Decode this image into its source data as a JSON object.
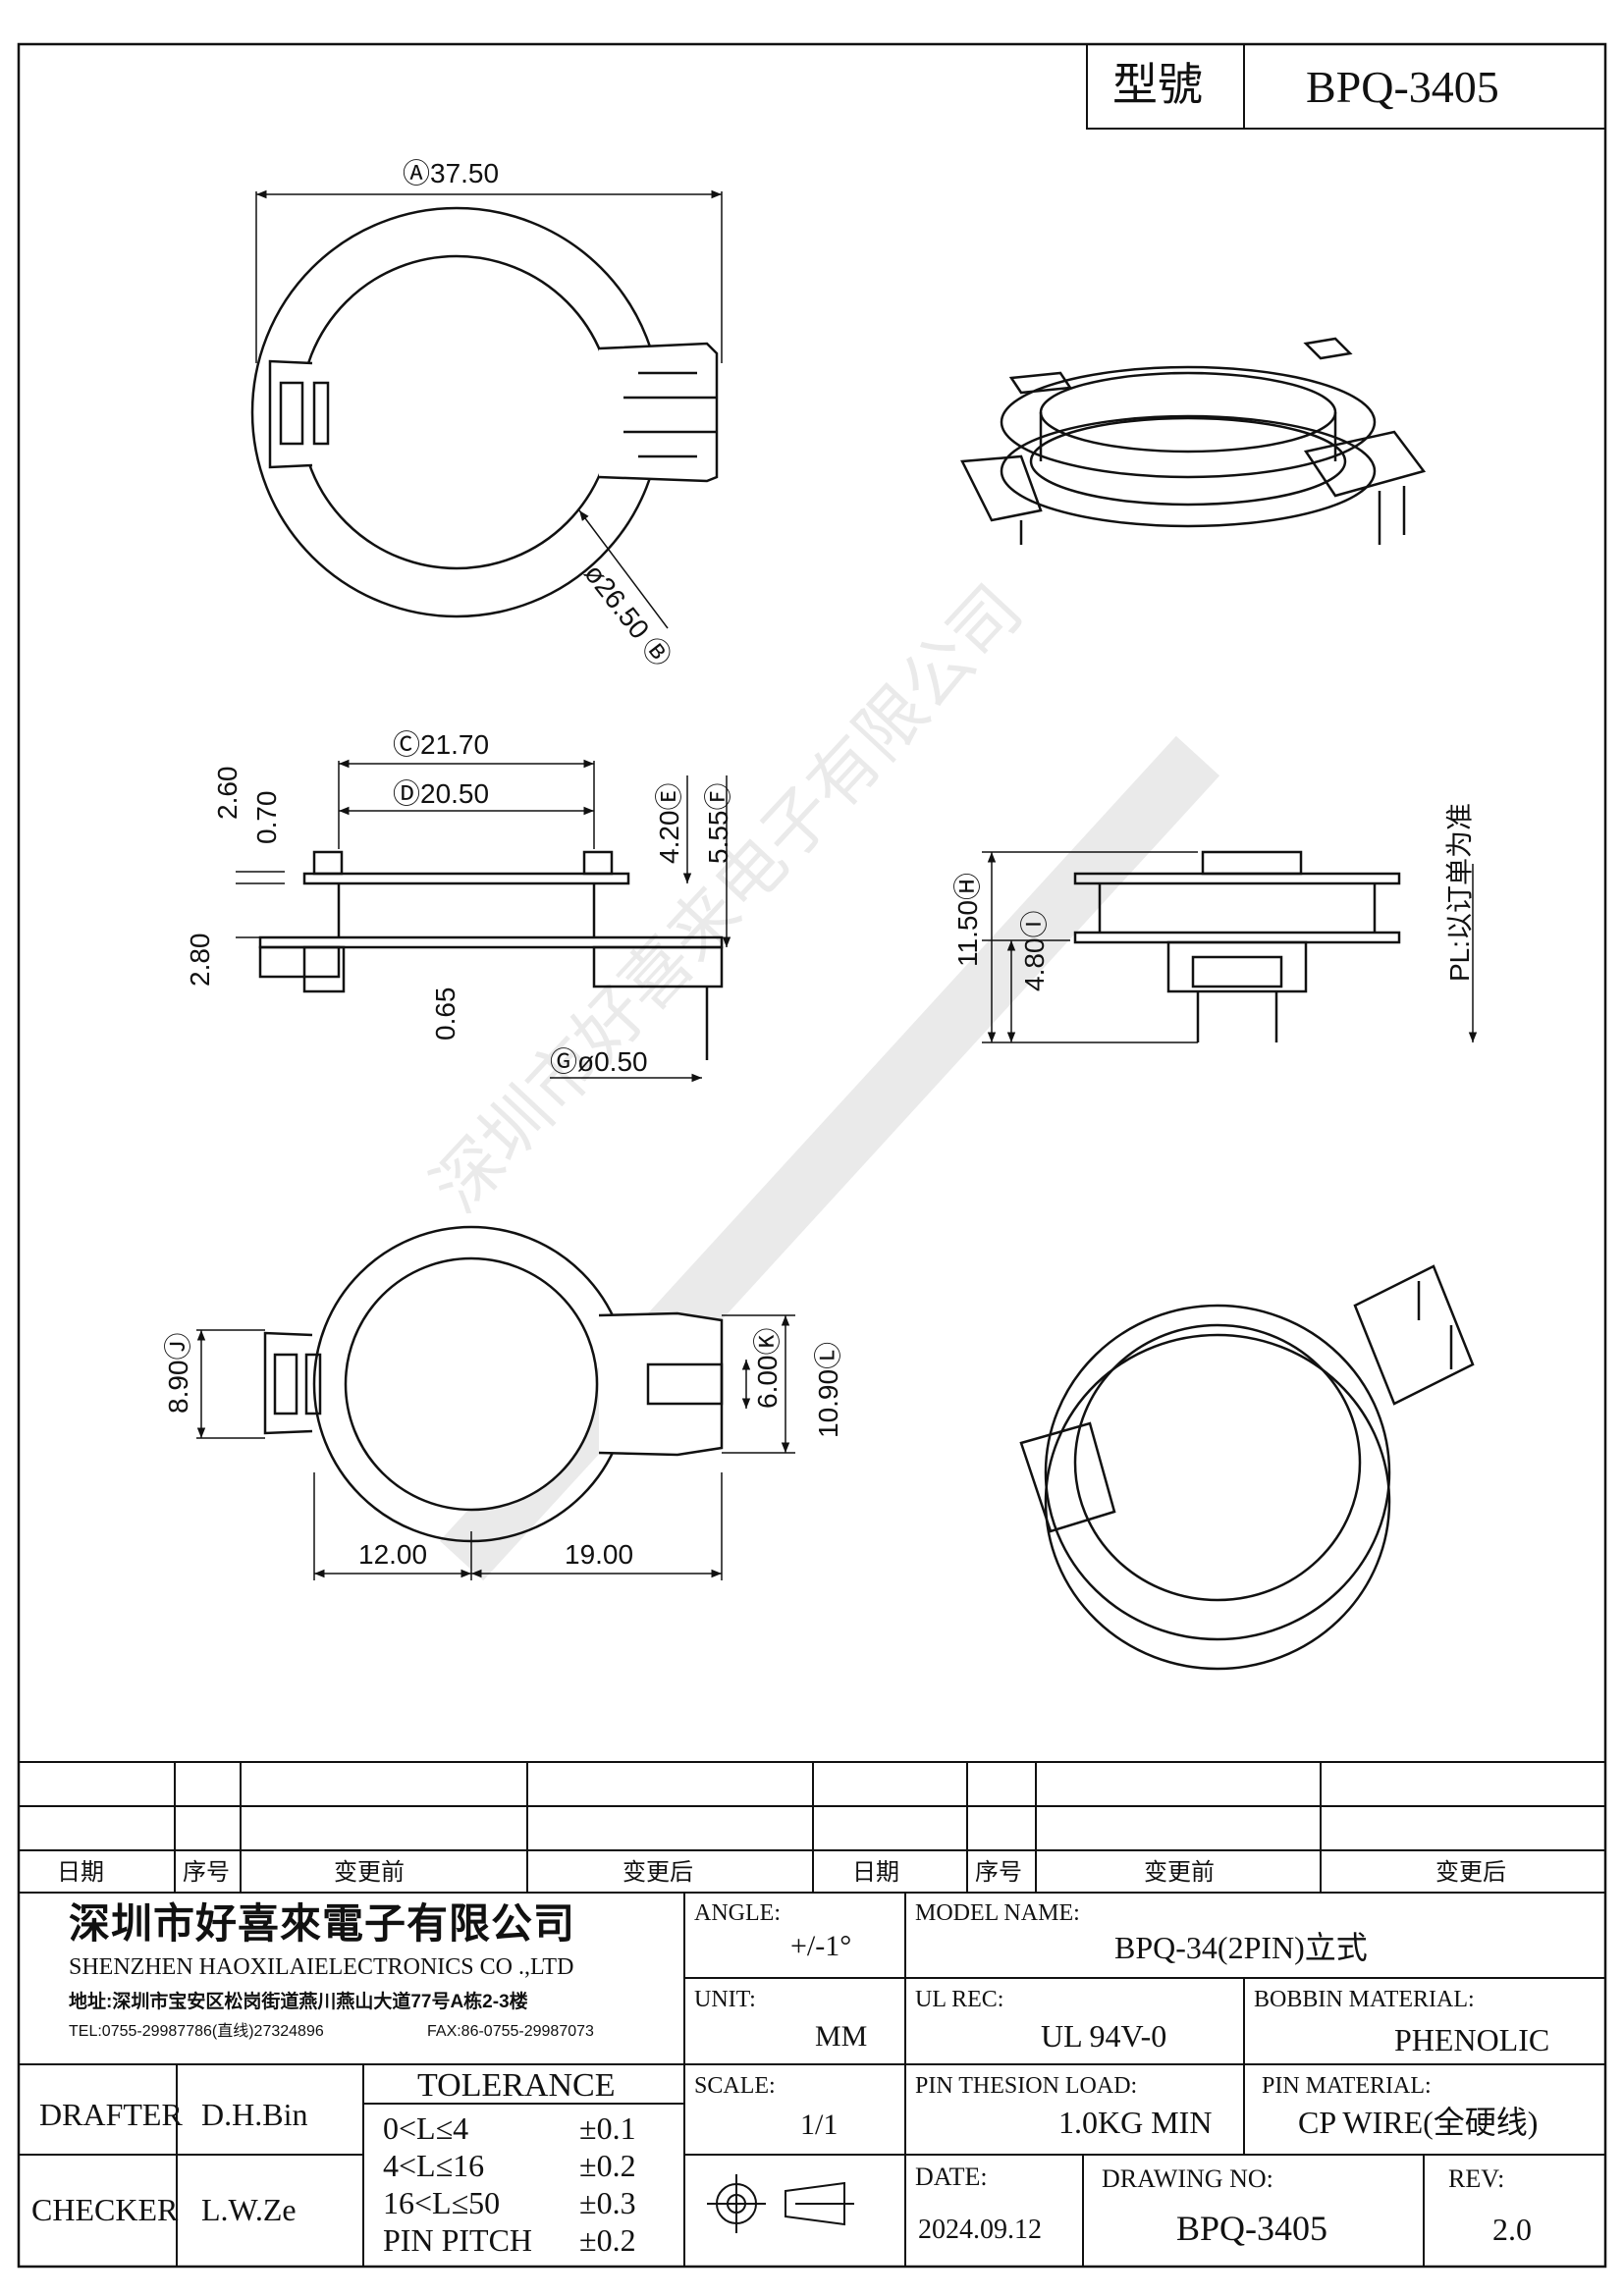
{
  "header": {
    "model_label": "型號",
    "model_value": "BPQ-3405"
  },
  "dimensions": {
    "A": "Ⓐ37.50",
    "B": "ø26.50 Ⓑ",
    "C": "Ⓒ21.70",
    "D": "Ⓓ20.50",
    "E": "4.20Ⓔ",
    "F": "5.55Ⓕ",
    "d260": "2.60",
    "d070": "0.70",
    "d280": "2.80",
    "d065": "0.65",
    "G": "Ⓖø0.50",
    "H": "11.50Ⓗ",
    "I": "4.80Ⓘ",
    "pl_note": "PL:以订单为准",
    "J": "8.90Ⓙ",
    "K": "6.00Ⓚ",
    "L": "10.90Ⓛ",
    "d1200": "12.00",
    "d1900": "19.00"
  },
  "watermark": "深圳市好喜来电子有限公司",
  "revision_table": {
    "headers": [
      "日期",
      "序号",
      "变更前",
      "变更后",
      "日期",
      "序号",
      "变更前",
      "变更后"
    ]
  },
  "company": {
    "name_cn": "深圳市好喜來電子有限公司",
    "name_en": "SHENZHEN HAOXILAIELECTRONICS CO .,LTD",
    "address": "地址:深圳市宝安区松岗街道燕川燕山大道77号A栋2-3楼",
    "tel": "TEL:0755-29987786(直线)27324896",
    "fax": "FAX:86-0755-29987073"
  },
  "people": {
    "drafter_label": "DRAFTER",
    "drafter": "D.H.Bin",
    "checker_label": "CHECKER",
    "checker": "L.W.Ze"
  },
  "tolerance": {
    "title": "TOLERANCE",
    "rows": [
      {
        "range": "0<L≤4",
        "value": "±0.1"
      },
      {
        "range": "4<L≤16",
        "value": "±0.2"
      },
      {
        "range": "16<L≤50",
        "value": "±0.3"
      },
      {
        "range": "PIN PITCH",
        "value": "±0.2"
      }
    ]
  },
  "spec": {
    "angle_label": "ANGLE:",
    "angle": "+/-1°",
    "model_name_label": "MODEL NAME:",
    "model_name": "BPQ-34(2PIN)立式",
    "unit_label": "UNIT:",
    "unit": "MM",
    "ul_label": "UL REC:",
    "ul": "UL  94V-0",
    "bobbin_label": "BOBBIN MATERIAL:",
    "bobbin": "PHENOLIC",
    "scale_label": "SCALE:",
    "scale": "1/1",
    "load_label": "PIN THESION LOAD:",
    "load": "1.0KG MIN",
    "pin_label": "PIN MATERIAL:",
    "pin": "CP  WIRE(全硬线)",
    "date_label": "DATE:",
    "date": "2024.09.12",
    "drawing_label": "DRAWING NO:",
    "drawing": "BPQ-3405",
    "rev_label": "REV:",
    "rev": "2.0"
  }
}
